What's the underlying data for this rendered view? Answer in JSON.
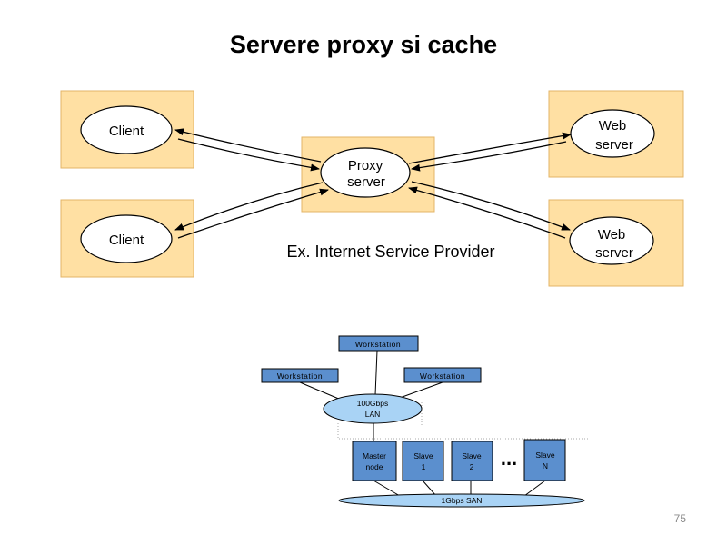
{
  "slide": {
    "title": "Servere proxy si cache",
    "page_number": "75"
  },
  "proxy_diagram": {
    "client_1": "Client",
    "client_2": "Client",
    "proxy": [
      "Proxy",
      "server"
    ],
    "web_server_1": [
      "Web",
      "server"
    ],
    "web_server_2": [
      "Web",
      "server"
    ],
    "caption": "Ex. Internet Service Provider",
    "colors": {
      "box_fill": "#ffe0a3",
      "box_shadow": "#f7c46e",
      "arrow": "#000000"
    }
  },
  "cluster_diagram": {
    "workstation_top": "Workstation",
    "workstation_left": "Workstation",
    "workstation_right": "Workstation",
    "lan": [
      "100Gbps",
      "LAN"
    ],
    "master_node": [
      "Master",
      "node"
    ],
    "slave_1": [
      "Slave",
      "1"
    ],
    "slave_2": [
      "Slave",
      "2"
    ],
    "slave_n": [
      "Slave",
      "N"
    ],
    "ellipsis": "...",
    "san": "1Gbps SAN",
    "colors": {
      "box_fill": "#5b8fce",
      "ellipse_fill": "#a9d3f5",
      "line": "#000000"
    }
  }
}
